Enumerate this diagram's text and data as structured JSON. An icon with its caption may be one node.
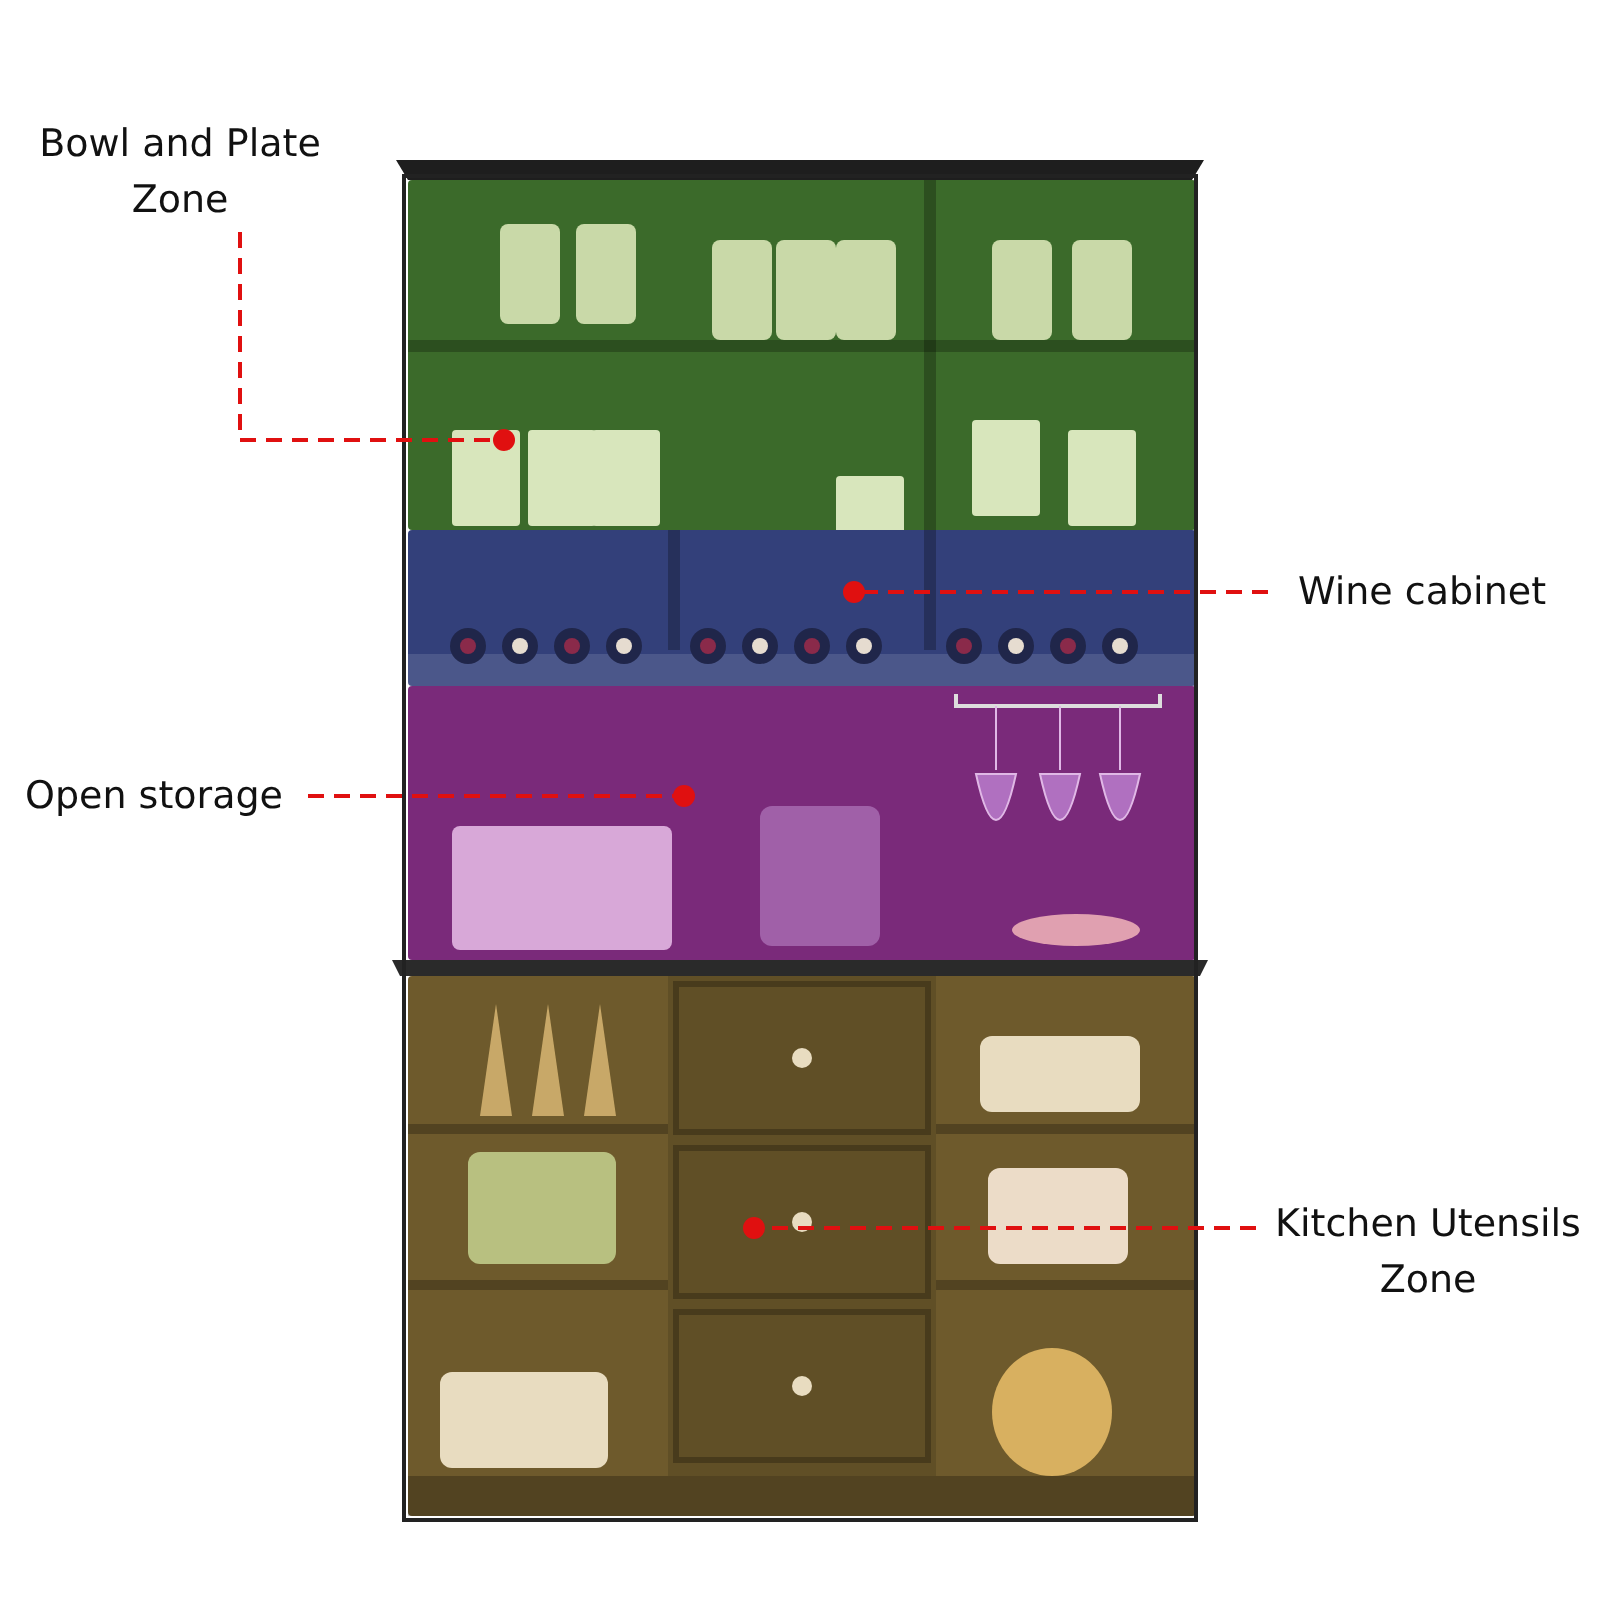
{
  "diagram": {
    "nodes": [
      {
        "text": [
          "Bowl and Plate Zone"
        ]
      },
      {
        "text": [
          "Wine cabinet"
        ]
      },
      {
        "text": [
          "Open storage"
        ]
      },
      {
        "text": [
          "Kitchen Utensils Zone"
        ]
      },
      {
        "text": [],
        "shape": "box"
      },
      {
        "text": [],
        "shape": "box"
      },
      {
        "text": [],
        "shape": "box"
      },
      {
        "text": [],
        "shape": "box"
      }
    ],
    "edges": [
      {
        "from": 0,
        "to": 4,
        "arrow": "other",
        "style": "dashed",
        "color": "#e01010"
      },
      {
        "from": 1,
        "to": 5,
        "arrow": "other",
        "style": "dashed",
        "color": "#e01010"
      },
      {
        "from": 2,
        "to": 6,
        "arrow": "other",
        "style": "dashed",
        "color": "#e01010"
      },
      {
        "from": 3,
        "to": 7,
        "arrow": "other",
        "style": "dashed",
        "color": "#e01010"
      }
    ]
  }
}
